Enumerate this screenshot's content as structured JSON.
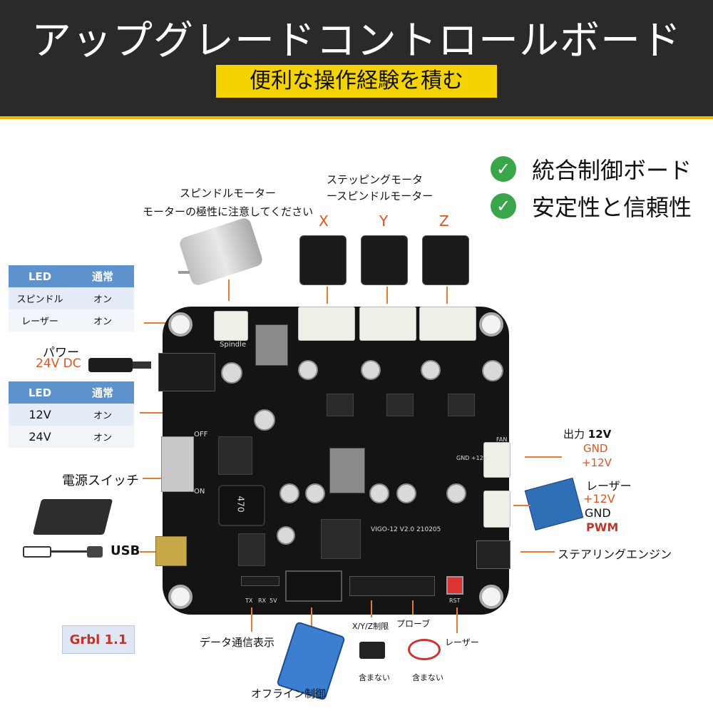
{
  "header": {
    "title": "アップグレードコントロールボード",
    "subtitle": "便利な操作経験を積む"
  },
  "features": [
    {
      "icon": "check-icon",
      "label": "統合制御ボード"
    },
    {
      "icon": "check-icon",
      "label": "安定性と信頼性"
    }
  ],
  "spindle": {
    "line1": "スピンドルモーター",
    "line2": "モーターの極性に注意してください"
  },
  "stepper": {
    "line1": "ステッピングモータ",
    "line2": "ースピンドルモーター",
    "axes": [
      "X",
      "Y",
      "Z"
    ]
  },
  "led_table_1": {
    "header": [
      "LED",
      "通常"
    ],
    "rows": [
      [
        "スピンドル",
        "オン"
      ],
      [
        "レーザー",
        "オン"
      ]
    ]
  },
  "power": {
    "label": "パワー",
    "value": "24V DC"
  },
  "led_table_2": {
    "header": [
      "LED",
      "通常"
    ],
    "rows": [
      [
        "12V",
        "オン"
      ],
      [
        "24V",
        "オン"
      ]
    ]
  },
  "power_switch": {
    "label": "電源スイッチ",
    "off": "OFF",
    "on": "ON"
  },
  "usb": {
    "label": "USB"
  },
  "grbl": {
    "label": "Grbl 1.1"
  },
  "output": {
    "prefix": "出力",
    "voltage": "12V",
    "gnd": "GND",
    "plus": "+12V"
  },
  "laser": {
    "label": "レーザー",
    "plus": "+12V",
    "gnd": "GND",
    "pwm": "PWM"
  },
  "steering": {
    "label": "ステアリングエンジン"
  },
  "bottom": {
    "data_comm": "データ通信表示",
    "offline": "オフライン制御",
    "limit": "X/Y/Z制限",
    "probe": "プローブ",
    "laser": "レーザー",
    "not_included_1": "含まない",
    "not_included_2": "含まない"
  },
  "board_silk": {
    "spindle": "Spindle",
    "version": "VIGO-12 V2.0  210205",
    "cap": "470",
    "tx": "TX",
    "rx": "RX",
    "v5": "5V",
    "rst": "RST",
    "fan": "FAN",
    "gnd12": "GND +12V"
  },
  "colors": {
    "header_bg": "#2b2a28",
    "accent_yellow": "#f5d300",
    "check_green": "#3aa64a",
    "arrow_orange": "#e57a30",
    "label_red": "#c0352a",
    "table_header": "#5e92cc"
  }
}
